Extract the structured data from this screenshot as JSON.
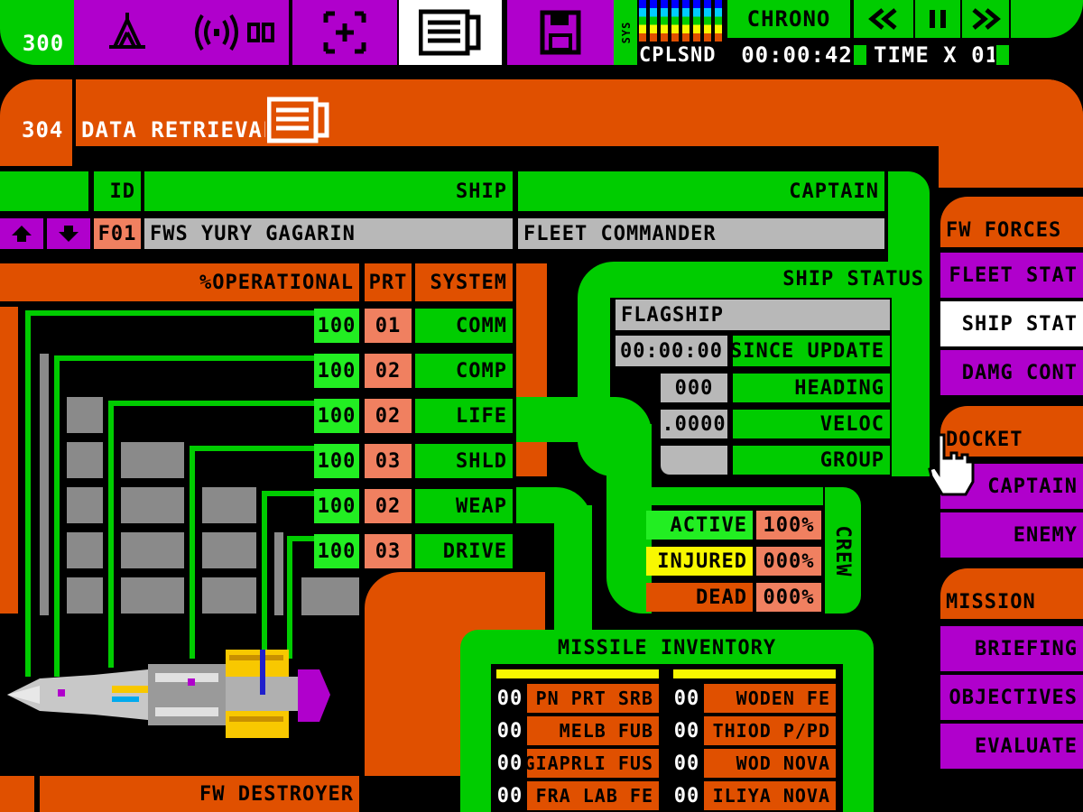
{
  "top_bar": {
    "screen_number": "300",
    "sys_label": "SYS",
    "cplsnd": "CPLSND",
    "chrono_label": "CHRONO",
    "chrono_time": "00:00:42",
    "time_multiplier": "TIME X 01",
    "buttons": [
      "navigation-icon",
      "communication-icon",
      "targeting-icon",
      "data-retrieval-icon",
      "disk-icon"
    ],
    "chrono_buttons": [
      "rewind-icon",
      "pause-icon",
      "fast-forward-icon"
    ]
  },
  "panel": {
    "number": "304",
    "title": "DATA RETRIEVAL"
  },
  "ship_header": {
    "id_label": "ID",
    "ship_label": "SHIP",
    "captain_label": "CAPTAIN"
  },
  "ship_row": {
    "id": "F01",
    "ship": "FWS YURY GAGARIN",
    "captain": "FLEET COMMANDER"
  },
  "systems_header": {
    "operational_label": "%OPERATIONAL",
    "prt_label": "PRT",
    "system_label": "SYSTEM"
  },
  "systems": [
    {
      "pct": "100",
      "prt": "01",
      "name": "COMM"
    },
    {
      "pct": "100",
      "prt": "02",
      "name": "COMP"
    },
    {
      "pct": "100",
      "prt": "02",
      "name": "LIFE"
    },
    {
      "pct": "100",
      "prt": "03",
      "name": "SHLD"
    },
    {
      "pct": "100",
      "prt": "02",
      "name": "WEAP"
    },
    {
      "pct": "100",
      "prt": "03",
      "name": "DRIVE"
    }
  ],
  "ship_class": "FW DESTROYER",
  "ship_status": {
    "title": "SHIP STATUS",
    "role": "FLAGSHIP",
    "since_update_value": "00:00:00",
    "since_update_label": "SINCE UPDATE",
    "heading_value": "000",
    "heading_label": "HEADING",
    "veloc_value": ".0000",
    "veloc_label": "VELOC",
    "group_value": "",
    "group_label": "GROUP"
  },
  "crew": {
    "label": "CREW",
    "rows": [
      {
        "label": "ACTIVE",
        "value": "100%"
      },
      {
        "label": "INJURED",
        "value": "000%"
      },
      {
        "label": "DEAD",
        "value": "000%"
      }
    ]
  },
  "missiles": {
    "title": "MISSILE INVENTORY",
    "left": [
      {
        "count": "00",
        "name": "PN PRT SRB"
      },
      {
        "count": "00",
        "name": "MELB FUB"
      },
      {
        "count": "00",
        "name": "GIAPRLI FUS"
      },
      {
        "count": "00",
        "name": "FRA LAB FE"
      }
    ],
    "right": [
      {
        "count": "00",
        "name": "WODEN FE"
      },
      {
        "count": "00",
        "name": "THIOD P/PD"
      },
      {
        "count": "00",
        "name": "WOD NOVA"
      },
      {
        "count": "00",
        "name": "ILIYA NOVA"
      }
    ]
  },
  "menu": {
    "fw_forces": "FW FORCES",
    "fleet_stat": "FLEET STAT",
    "ship_stat": "SHIP STAT",
    "damg_cont": "DAMG CONT",
    "docket": "DOCKET",
    "captain": "CAPTAIN",
    "enemy": "ENEMY",
    "mission": "MISSION",
    "briefing": "BRIEFING",
    "objectives": "OBJECTIVES",
    "evaluate": "EVALUATE"
  },
  "colors": {
    "green": "#00CC00",
    "orange": "#E05000",
    "magenta": "#B000CC",
    "salmon": "#F08060",
    "grey": "#B8B8B8",
    "yellow": "#F8F800"
  }
}
